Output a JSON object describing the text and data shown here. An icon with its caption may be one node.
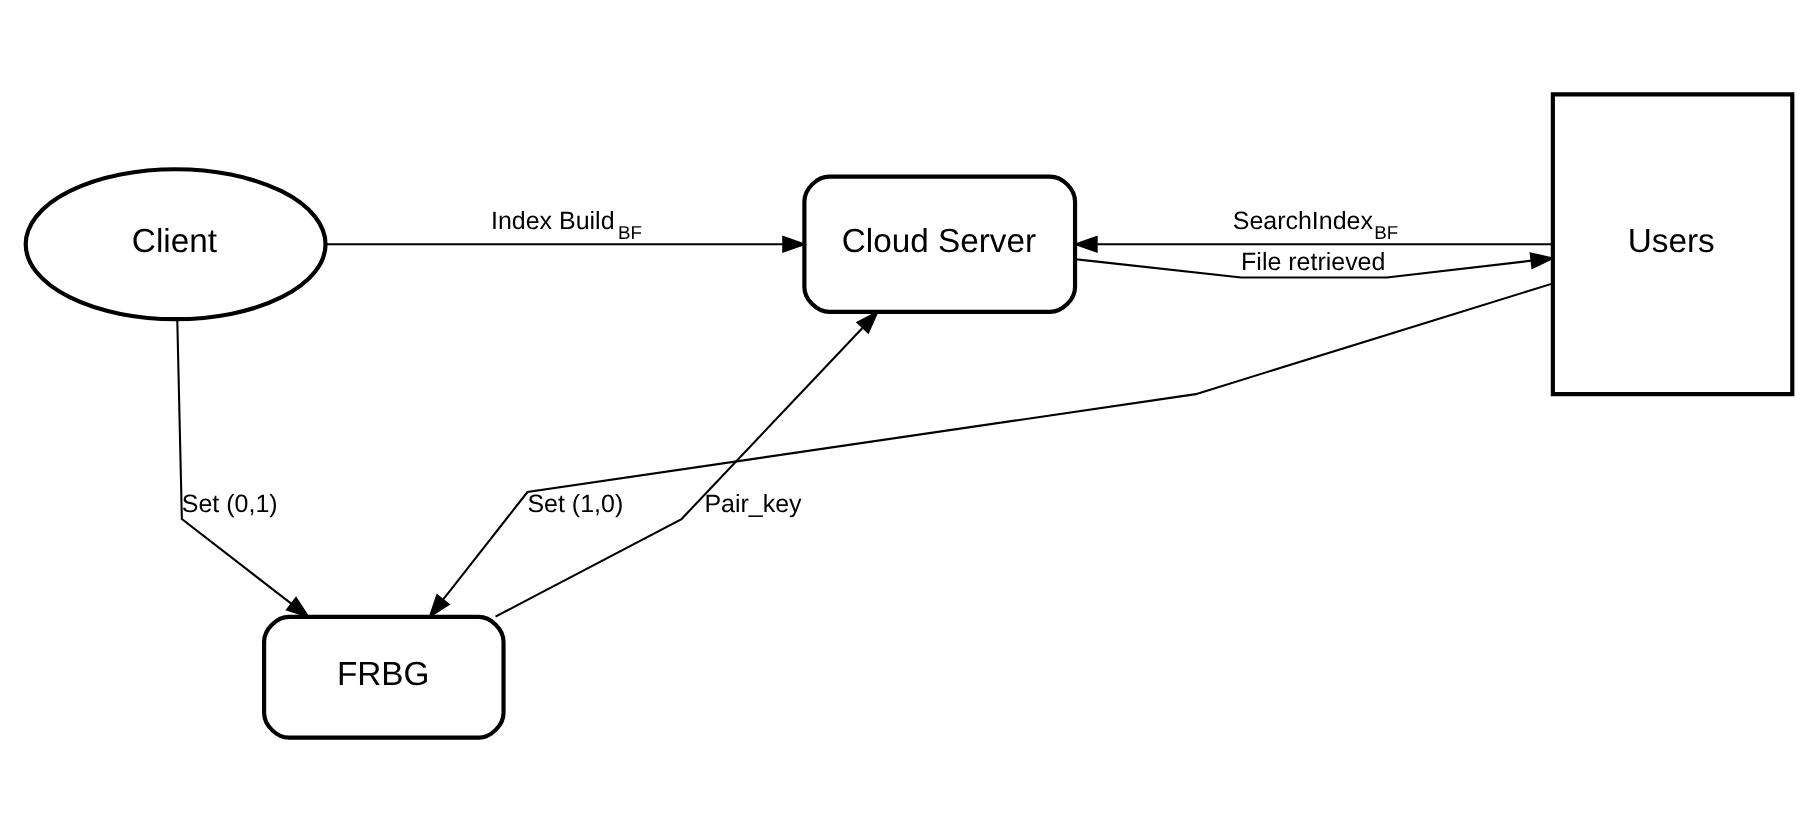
{
  "diagram": {
    "nodes": [
      {
        "text": [
          "Client"
        ]
      },
      {
        "text": [
          "Cloud Server"
        ]
      },
      {
        "text": [
          "Users"
        ]
      },
      {
        "text": [
          "FRBG"
        ]
      }
    ],
    "edges": [
      {
        "from": 0,
        "to": 1,
        "arrow": "to",
        "label": "Index Build$_{BF}$"
      },
      {
        "from": 2,
        "to": 1,
        "arrow": "to",
        "label": "SearchIndex$_{BF}$"
      },
      {
        "from": 1,
        "to": 2,
        "arrow": "to",
        "label": "File retrieved"
      },
      {
        "from": 3,
        "to": 1,
        "arrow": "to",
        "label": "Pair_key"
      },
      {
        "from": 0,
        "to": 3,
        "arrow": "to",
        "label": "Set (0,1)"
      },
      {
        "from": 2,
        "to": 3,
        "arrow": "to",
        "label": "Set (1,0)"
      }
    ]
  }
}
